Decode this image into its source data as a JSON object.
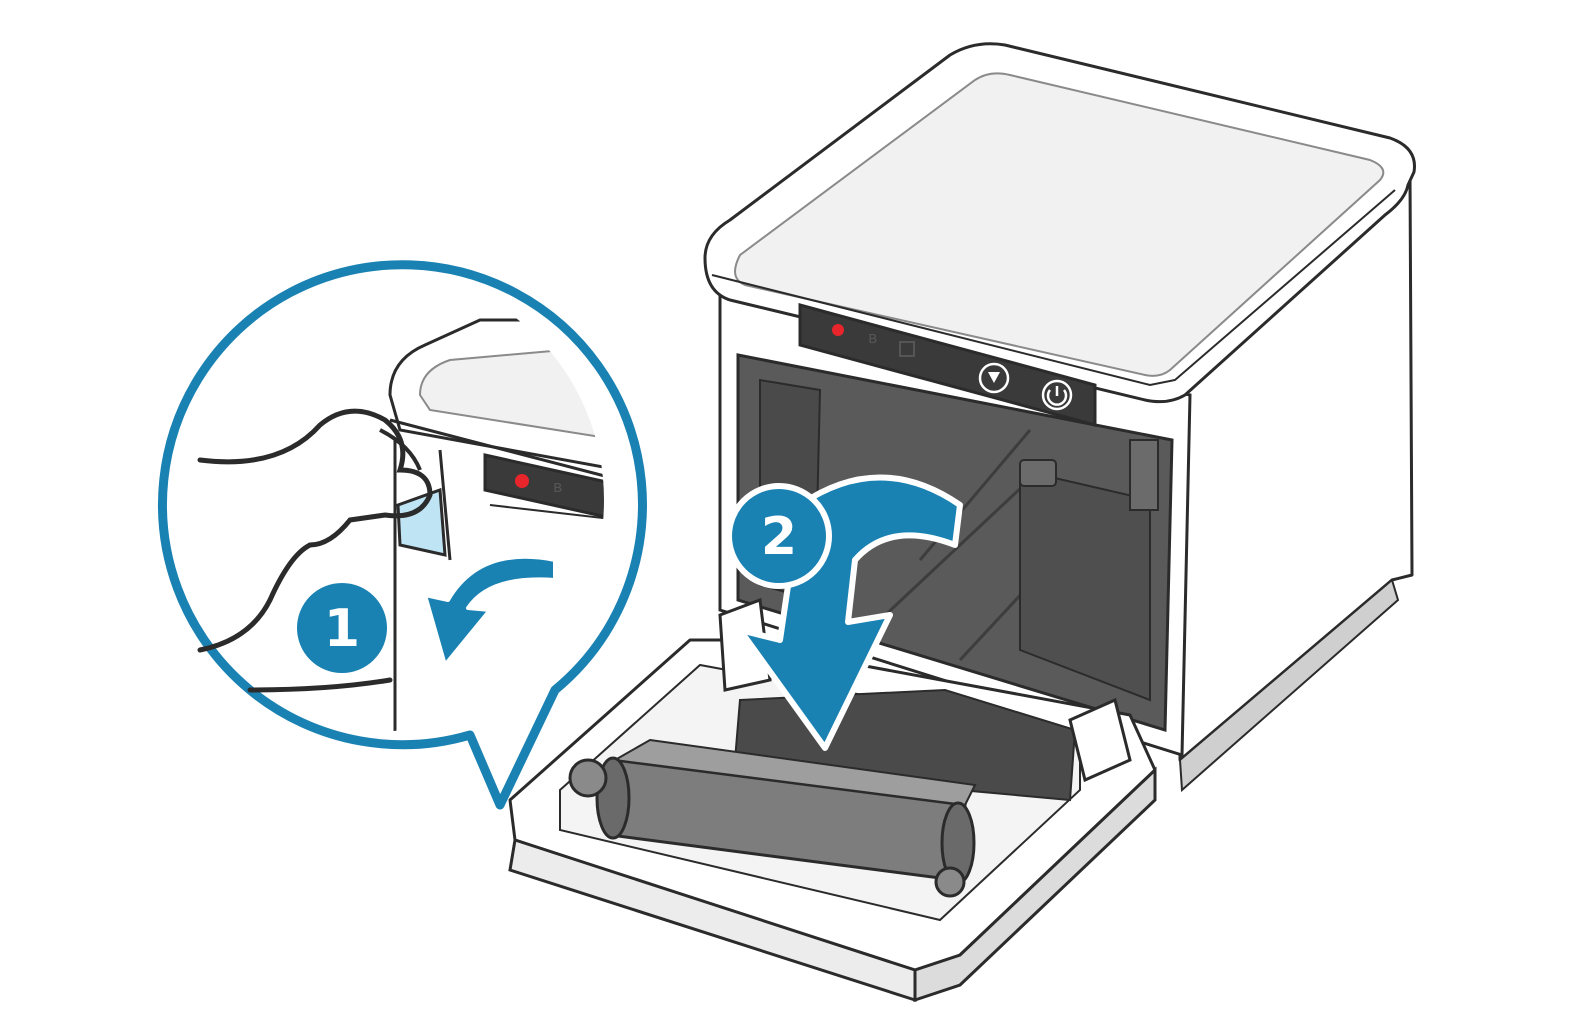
{
  "steps": [
    {
      "number": "1",
      "action": "open-latch"
    },
    {
      "number": "2",
      "action": "lower-cover"
    }
  ],
  "icons": {
    "panel": [
      "error-icon",
      "bluetooth-icon",
      "network-icon",
      "feed-button-icon",
      "power-button-icon"
    ]
  },
  "colors": {
    "accent": "#1a82b3",
    "accent_dark": "#0f6f9e",
    "outline": "#2b2b2b",
    "cavity": "#5a5a5a",
    "panel": "#3a3a3a",
    "error_led": "#e8252a",
    "body": "#ffffff",
    "tab": "#bfe4f3"
  }
}
